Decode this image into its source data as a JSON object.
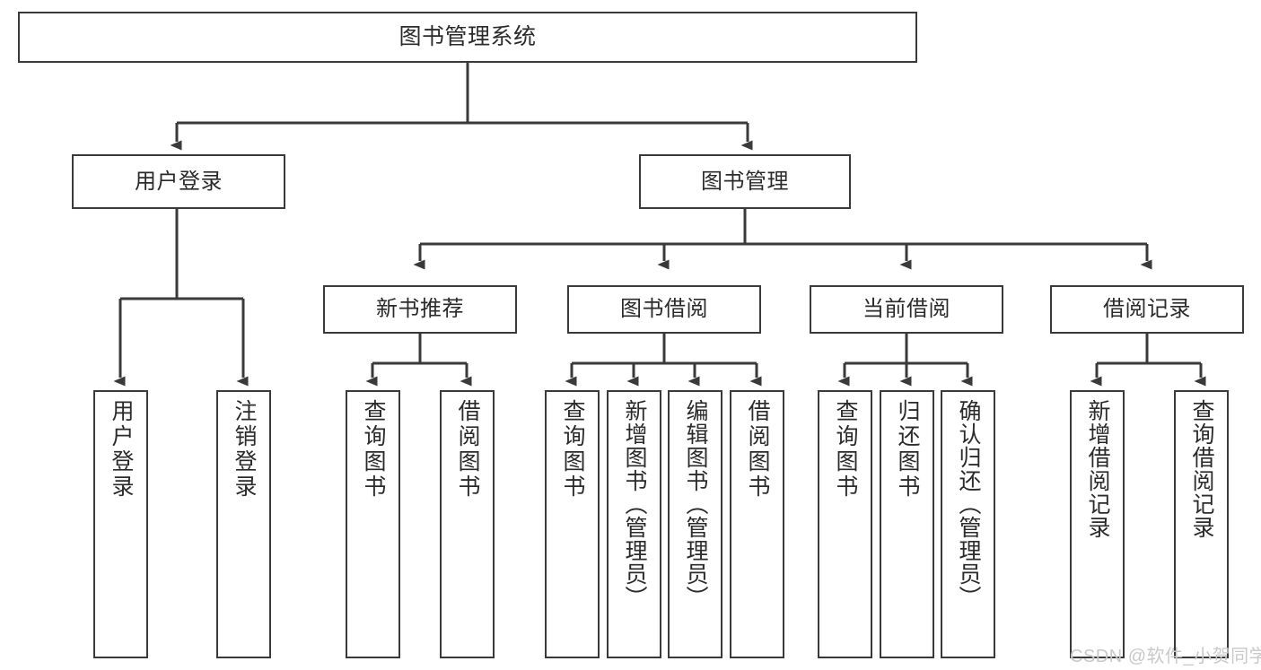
{
  "diagram": {
    "kind": "tree-hierarchy-chart",
    "title": "图书管理系统",
    "line_color": "#3a3a3a",
    "box_fill": "#ffffff",
    "text_color": "#2b2b2b",
    "background": "#ffffff",
    "watermark": "CSDN @软件_小贺同学",
    "levels": {
      "root": {
        "label": "图书管理系统"
      },
      "level2": [
        {
          "id": "user-login",
          "label": "用户登录"
        },
        {
          "id": "book-manage",
          "label": "图书管理"
        }
      ],
      "level3": [
        {
          "id": "new-book-recommend",
          "label": "新书推荐",
          "parent": "book-manage"
        },
        {
          "id": "book-borrow",
          "label": "图书借阅",
          "parent": "book-manage"
        },
        {
          "id": "current-borrow",
          "label": "当前借阅",
          "parent": "book-manage"
        },
        {
          "id": "borrow-record",
          "label": "借阅记录",
          "parent": "book-manage"
        }
      ],
      "leaves": [
        {
          "id": "leaf-user-login",
          "label": "用户登录",
          "parent": "user-login"
        },
        {
          "id": "leaf-logout",
          "label": "注销登录",
          "parent": "user-login"
        },
        {
          "id": "leaf-query-book-1",
          "label": "查询图书",
          "parent": "new-book-recommend"
        },
        {
          "id": "leaf-borrow-book-1",
          "label": "借阅图书",
          "parent": "new-book-recommend"
        },
        {
          "id": "leaf-query-book-2",
          "label": "查询图书",
          "parent": "book-borrow"
        },
        {
          "id": "leaf-add-book",
          "label": "新增图书（管理员）",
          "parent": "book-borrow"
        },
        {
          "id": "leaf-edit-book",
          "label": "编辑图书（管理员）",
          "parent": "book-borrow"
        },
        {
          "id": "leaf-borrow-book-2",
          "label": "借阅图书",
          "parent": "book-borrow"
        },
        {
          "id": "leaf-query-book-3",
          "label": "查询图书",
          "parent": "current-borrow"
        },
        {
          "id": "leaf-return-book",
          "label": "归还图书",
          "parent": "current-borrow"
        },
        {
          "id": "leaf-confirm-return",
          "label": "确认归还（管理员）",
          "parent": "current-borrow"
        },
        {
          "id": "leaf-add-record",
          "label": "新增借阅记录",
          "parent": "borrow-record"
        },
        {
          "id": "leaf-query-record",
          "label": "查询借阅记录",
          "parent": "borrow-record"
        }
      ]
    }
  }
}
